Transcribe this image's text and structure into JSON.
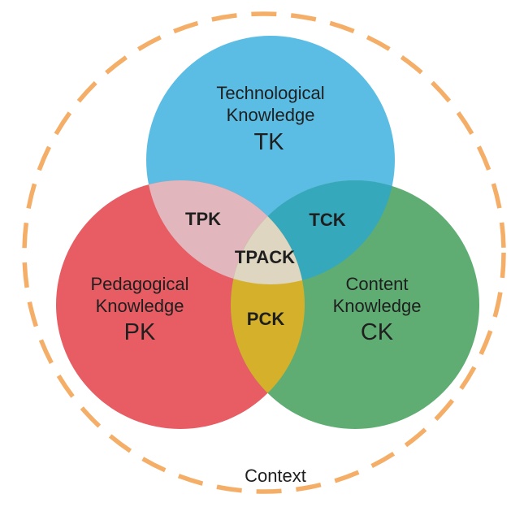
{
  "diagram": {
    "text_color": "#1f1f1f",
    "background": "#ffffff",
    "circles": {
      "tk": {
        "line1": "Technological",
        "line2": "Knowledge",
        "abbr": "TK",
        "color": "#5bbde4"
      },
      "pk": {
        "line1": "Pedagogical",
        "line2": "Knowledge",
        "abbr": "PK",
        "color": "#e85c63"
      },
      "ck": {
        "line1": "Content",
        "line2": "Knowledge",
        "abbr": "CK",
        "color": "#5fad73"
      }
    },
    "intersections": {
      "tpk": {
        "label": "TPK",
        "color": "#e1b7bd"
      },
      "tck": {
        "label": "TCK",
        "color": "#36a8bc"
      },
      "pck": {
        "label": "PCK",
        "color": "#d5b12b"
      },
      "tpack": {
        "label": "TPACK",
        "color": "#ded6c1"
      }
    },
    "context": {
      "label": "Context",
      "dash_color": "#f4ae67"
    }
  }
}
